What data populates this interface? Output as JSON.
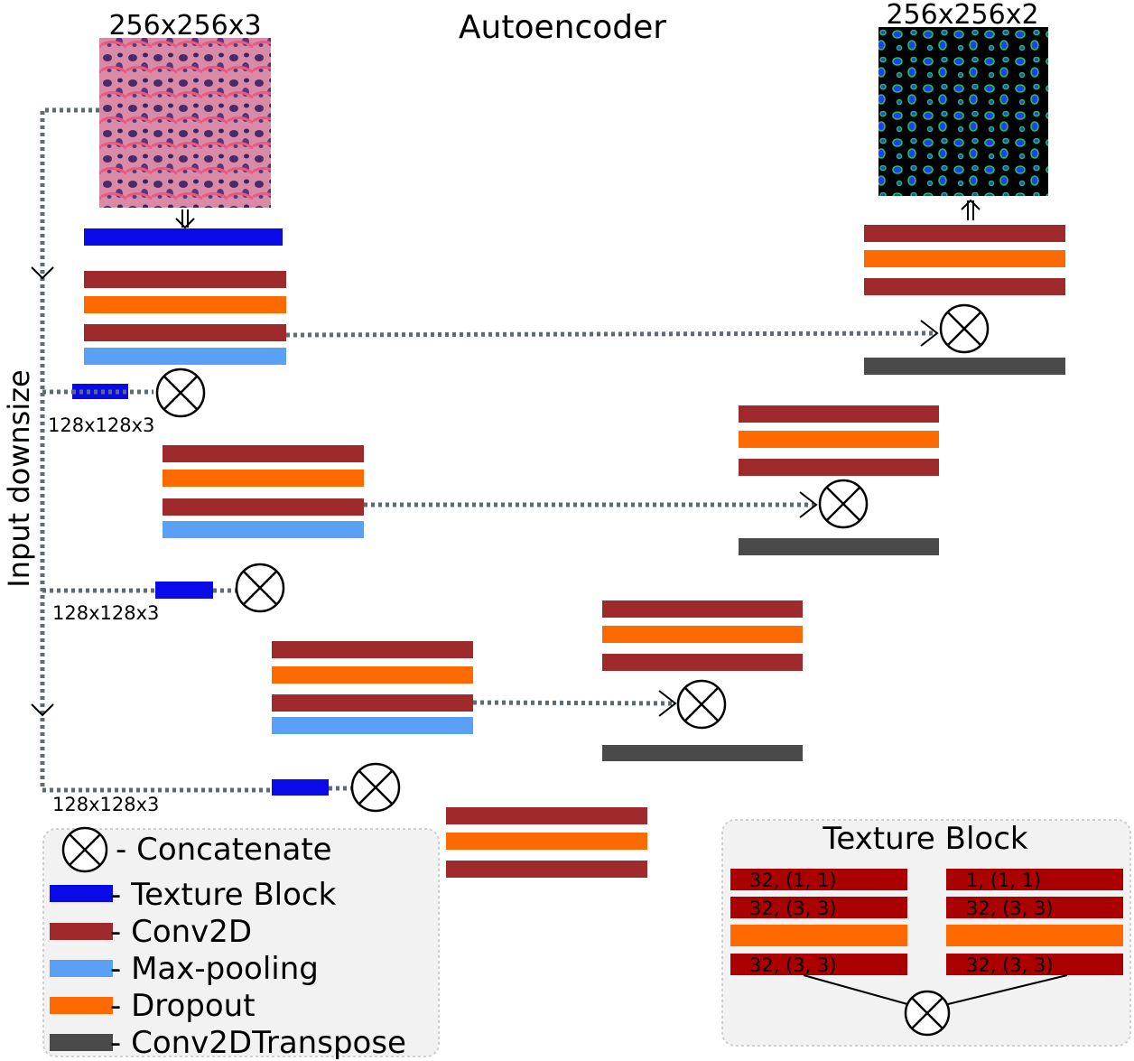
{
  "title": "Autoencoder",
  "input_label": "256x256x3",
  "output_label": "256x256x2",
  "side_label": "Input downsize",
  "downsize_labels": [
    "128x128x3",
    "128x128x3",
    "128x128x3"
  ],
  "legend": {
    "concatenate": "- Concatenate",
    "texture_block": "- Texture Block",
    "conv2d": "- Conv2D",
    "max_pooling": "- Max-pooling",
    "dropout": "- Dropout",
    "conv2d_transpose": "- Conv2DTranspose"
  },
  "texture_block": {
    "title": "Texture Block",
    "left": [
      "32, (1, 1)",
      "32, (3, 3)",
      "32, (3, 3)"
    ],
    "right": [
      "1, (1, 1)",
      "32, (3, 3)",
      "32, (3, 3)"
    ]
  },
  "colors": {
    "texture_block": "#0a0ae8",
    "conv2d": "#9e2a2b",
    "max_pooling": "#5aa0f5",
    "dropout": "#ff6a00",
    "conv2d_transpose": "#4a4a4a",
    "texture_conv": "#aa0000",
    "connector": "#5f6b73",
    "legend_bg": "#f2f2f2"
  }
}
